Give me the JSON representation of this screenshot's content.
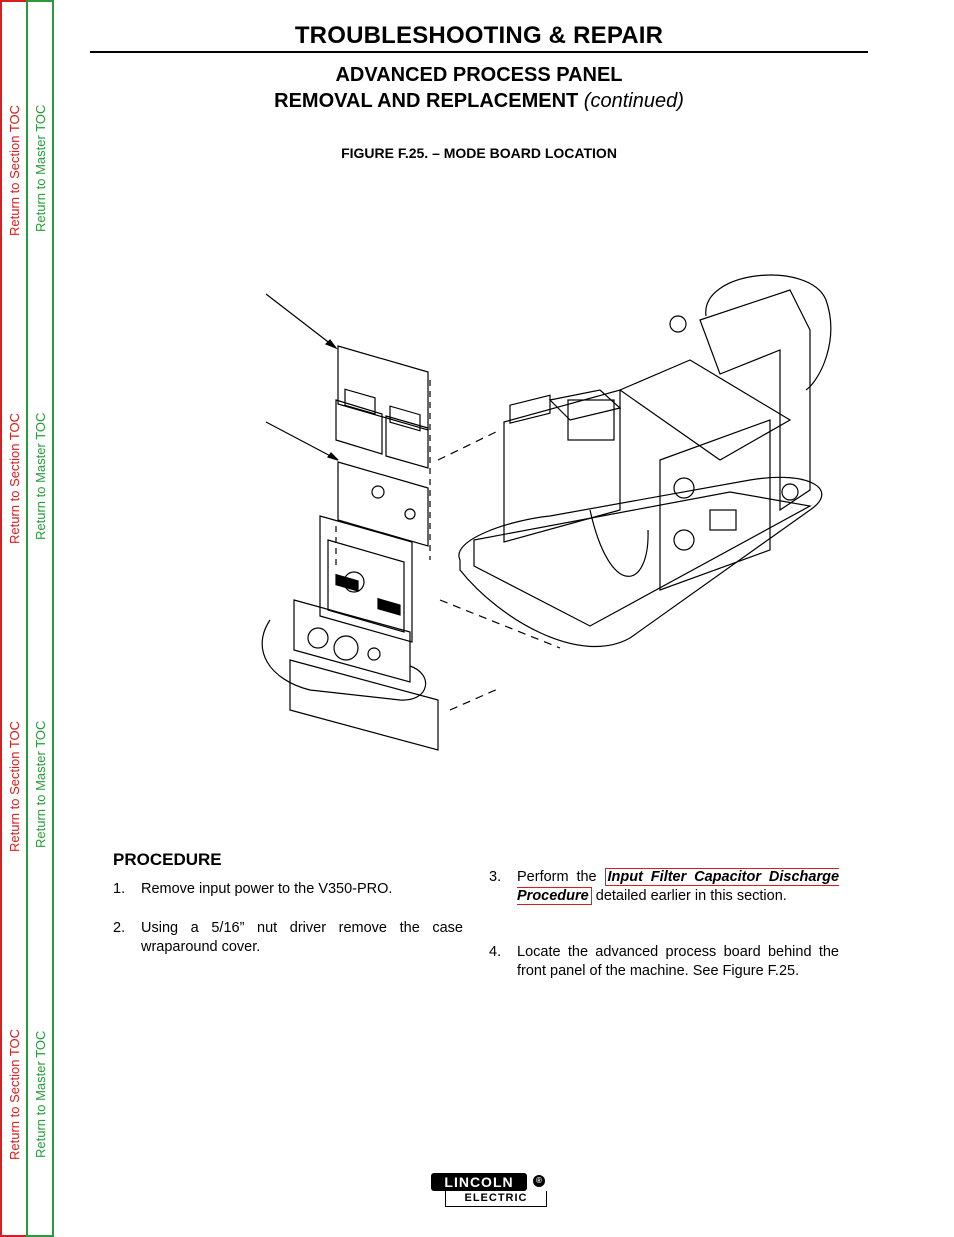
{
  "sidebar": {
    "section_toc": "Return to Section TOC",
    "master_toc": "Return to Master TOC"
  },
  "header": {
    "title": "TROUBLESHOOTING & REPAIR",
    "section_line1": "ADVANCED PROCESS PANEL",
    "section_line2": "REMOVAL AND REPLACEMENT",
    "section_cont": "(continued)"
  },
  "figure": {
    "caption": "FIGURE F.25. – MODE BOARD LOCATION"
  },
  "procedure": {
    "heading": "PROCEDURE",
    "steps": [
      {
        "num": "1.",
        "text": "Remove input power to the V350-PRO."
      },
      {
        "num": "2.",
        "text": "Using a 5/16” nut driver remove the case wraparound cover."
      },
      {
        "num": "3.",
        "before": "Perform the",
        "link": "Input Filter Capacitor Discharge Procedure",
        "after": "detailed earlier in this section."
      },
      {
        "num": "4.",
        "text": "Locate the advanced process board behind the front panel of the machine.  See Figure F.25."
      }
    ]
  },
  "logo": {
    "top": "LINCOLN",
    "bottom": "ELECTRIC",
    "reg": "®"
  }
}
